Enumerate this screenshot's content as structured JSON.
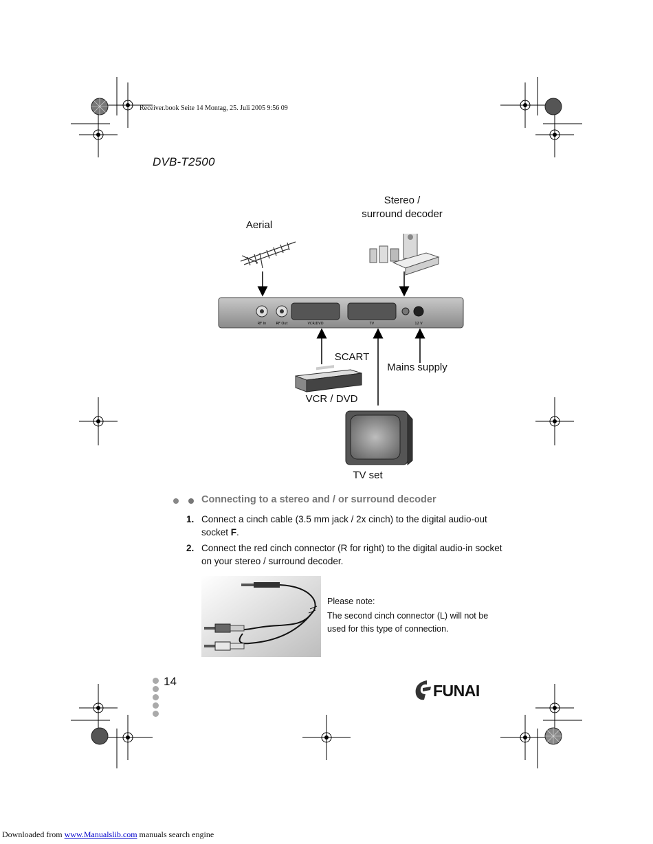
{
  "print_header": "Receiver.book  Seite 14  Montag, 25. Juli 2005  9:56 09",
  "model_title": "DVB-T2500",
  "diagram": {
    "aerial_label": "Aerial",
    "stereo_label_line1": "Stereo /",
    "stereo_label_line2": "surround decoder",
    "scart_label": "SCART",
    "mains_label": "Mains supply",
    "vcr_label": "VCR / DVD",
    "tv_label": "TV set",
    "port_rf_in": "RF In",
    "port_rf_out": "RF Out",
    "port_vcr": "VCR/DVD",
    "port_tv": "TV",
    "port_power": "12 V"
  },
  "section": {
    "heading": "Connecting to a stereo and / or surround decoder",
    "steps": [
      {
        "num": "1.",
        "line1": "Connect a cinch cable (3.5 mm jack / 2x cinch) to the digital audio-out",
        "line2_pre": "socket ",
        "line2_bold": "F",
        "line2_post": "."
      },
      {
        "num": "2.",
        "line1": "Connect the red cinch connector (R for right) to the digital audio-in socket",
        "line2_pre": "on your stereo / surround decoder.",
        "line2_bold": "",
        "line2_post": ""
      }
    ]
  },
  "note": {
    "title": "Please note:",
    "text_line1": "The second cinch connector (L) will not be",
    "text_line2": "used for this type of connection."
  },
  "page_number": "14",
  "brand": "FUNAI",
  "footer": {
    "prefix": "Downloaded from ",
    "link": "www.Manualslib.com",
    "suffix": "  manuals search engine"
  }
}
